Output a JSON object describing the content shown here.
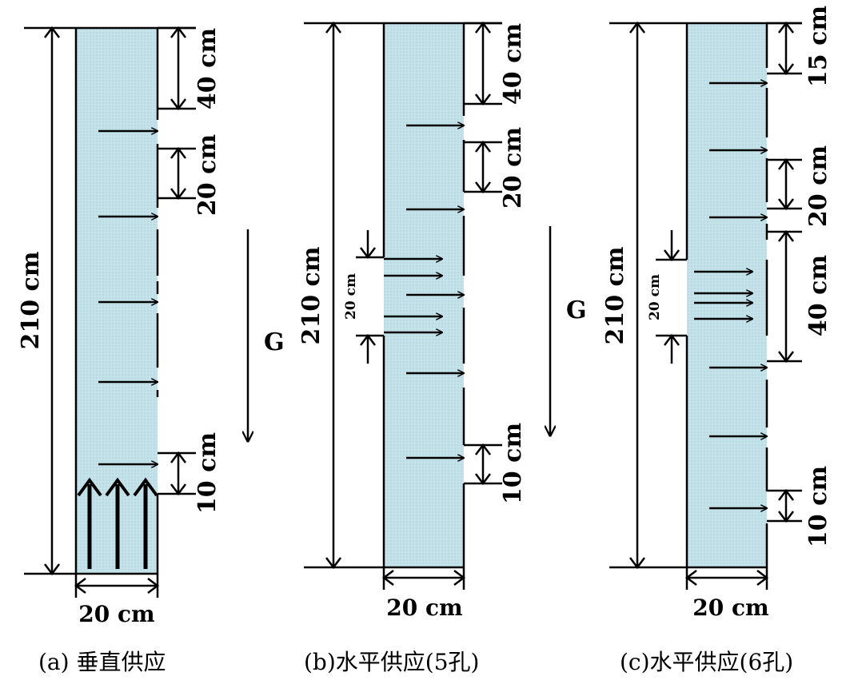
{
  "colors": {
    "fill": "#c4e2ea",
    "line": "#000000"
  },
  "gravity_label": "G",
  "panels": [
    {
      "id": "a",
      "caption": "(a) 垂直供应",
      "height_label": "210 cm",
      "width_label": "20 cm",
      "spacing_labels": [
        "40 cm",
        "20 cm",
        "10 cm"
      ]
    },
    {
      "id": "b",
      "caption": "(b)水平供应(5孔)",
      "height_label": "210 cm",
      "width_label": "20 cm",
      "spacing_labels": [
        "40 cm",
        "20 cm",
        "10 cm"
      ],
      "inlet_label": "20 cm"
    },
    {
      "id": "c",
      "caption": "(c)水平供应(6孔)",
      "height_label": "210 cm",
      "width_label": "20 cm",
      "spacing_labels": [
        "15 cm",
        "20 cm",
        "40 cm",
        "10 cm"
      ],
      "inlet_label": "20 cm"
    }
  ]
}
